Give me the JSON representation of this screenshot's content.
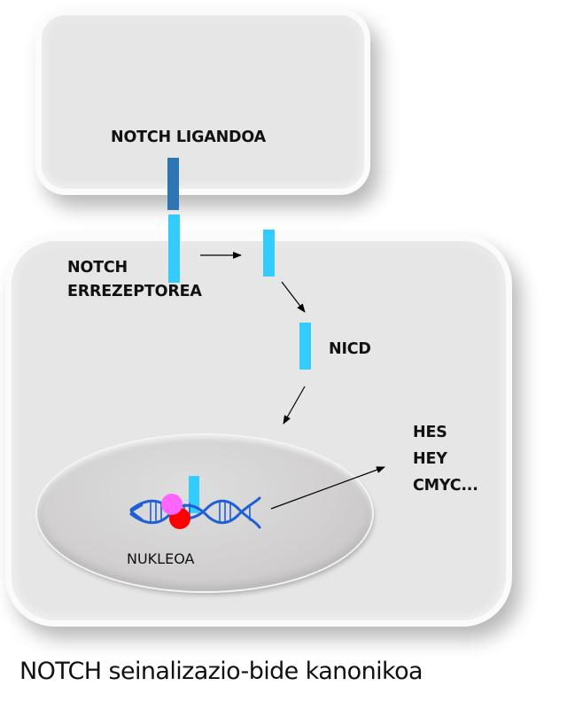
{
  "diagram": {
    "title": "NOTCH seinalizazio-bide kanonikoa",
    "ligand_cell": {
      "label": "NOTCH LIGANDOA"
    },
    "receiver_cell": {
      "receptor_label_line1": "NOTCH",
      "receptor_label_line2": "ERREZEPTOREA",
      "nicd_label": "NICD"
    },
    "nucleus": {
      "label": "NUKLEOA",
      "dna_icon": "dna-double-helix",
      "cofactor_colors": {
        "pink": "#ff66ff",
        "red": "#ff0000"
      }
    },
    "target_genes": [
      "HES",
      "HEY",
      "CMYC..."
    ],
    "colors": {
      "ligand": "#2e75b6",
      "receptor": "#33ccff",
      "dna": "#1f5fd6",
      "cell_fill": "#e6e6e6",
      "arrow": "#000000"
    }
  }
}
